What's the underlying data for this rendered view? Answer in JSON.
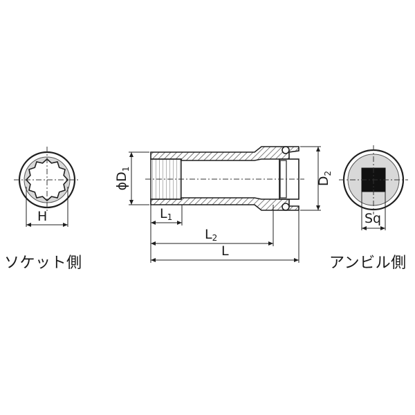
{
  "socket_view": {
    "caption": "ソケット側",
    "dimension_label": "H",
    "shape": "12-point socket opening"
  },
  "anvil_view": {
    "caption": "アンビル側",
    "dimension_label": "Sq",
    "shape": "square drive opening"
  },
  "side_view": {
    "dimensions": {
      "D1": {
        "prefix": "ϕ",
        "main": "D",
        "sub": "1"
      },
      "D2": {
        "main": "D",
        "sub": "2"
      },
      "L1": {
        "main": "L",
        "sub": "1"
      },
      "L2": {
        "main": "L",
        "sub": "2"
      },
      "L": {
        "main": "L"
      }
    }
  },
  "colors": {
    "line": "#1f1f1f",
    "hatch": "#444444",
    "drive_square": "#111111"
  }
}
